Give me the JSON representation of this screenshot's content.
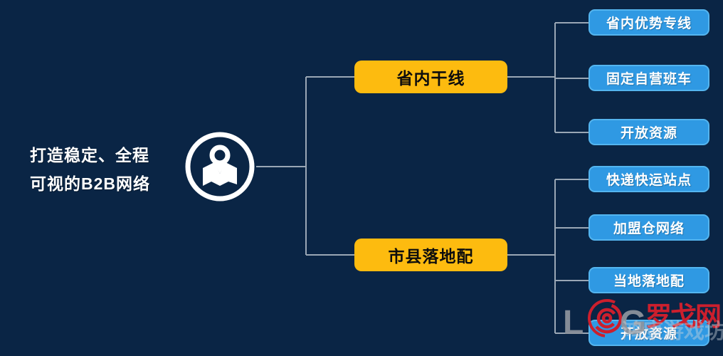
{
  "title": {
    "line1": "打造稳定、全程",
    "line2": "可视的B2B网络"
  },
  "root": {
    "icon": "map-pin-in-circle"
  },
  "tree": {
    "branches": [
      {
        "label": "省内干线",
        "children": [
          {
            "label": "省内优势专线"
          },
          {
            "label": "固定自营班车"
          },
          {
            "label": "开放资源"
          }
        ]
      },
      {
        "label": "市县落地配",
        "children": [
          {
            "label": "快递快运站点"
          },
          {
            "label": "加盟仓网络"
          },
          {
            "label": "当地落地配"
          },
          {
            "label": "开放资源"
          }
        ]
      }
    ]
  },
  "watermark": {
    "letter_l": "L",
    "letter_g": "G",
    "brand": "罗戈网",
    "overlay": "鸿康游戏坊"
  },
  "colors": {
    "background": "#0a2545",
    "branch_fill": "#fdbb0f",
    "branch_text": "#0d0d0d",
    "leaf_fill": "#2f99e3",
    "leaf_border": "#54b5ef",
    "leaf_text": "#ffffff",
    "connector": "#9aa7b5",
    "title_text": "#ffffff",
    "watermark_red": "#cc1f2d",
    "watermark_gray": "#8f959e"
  }
}
